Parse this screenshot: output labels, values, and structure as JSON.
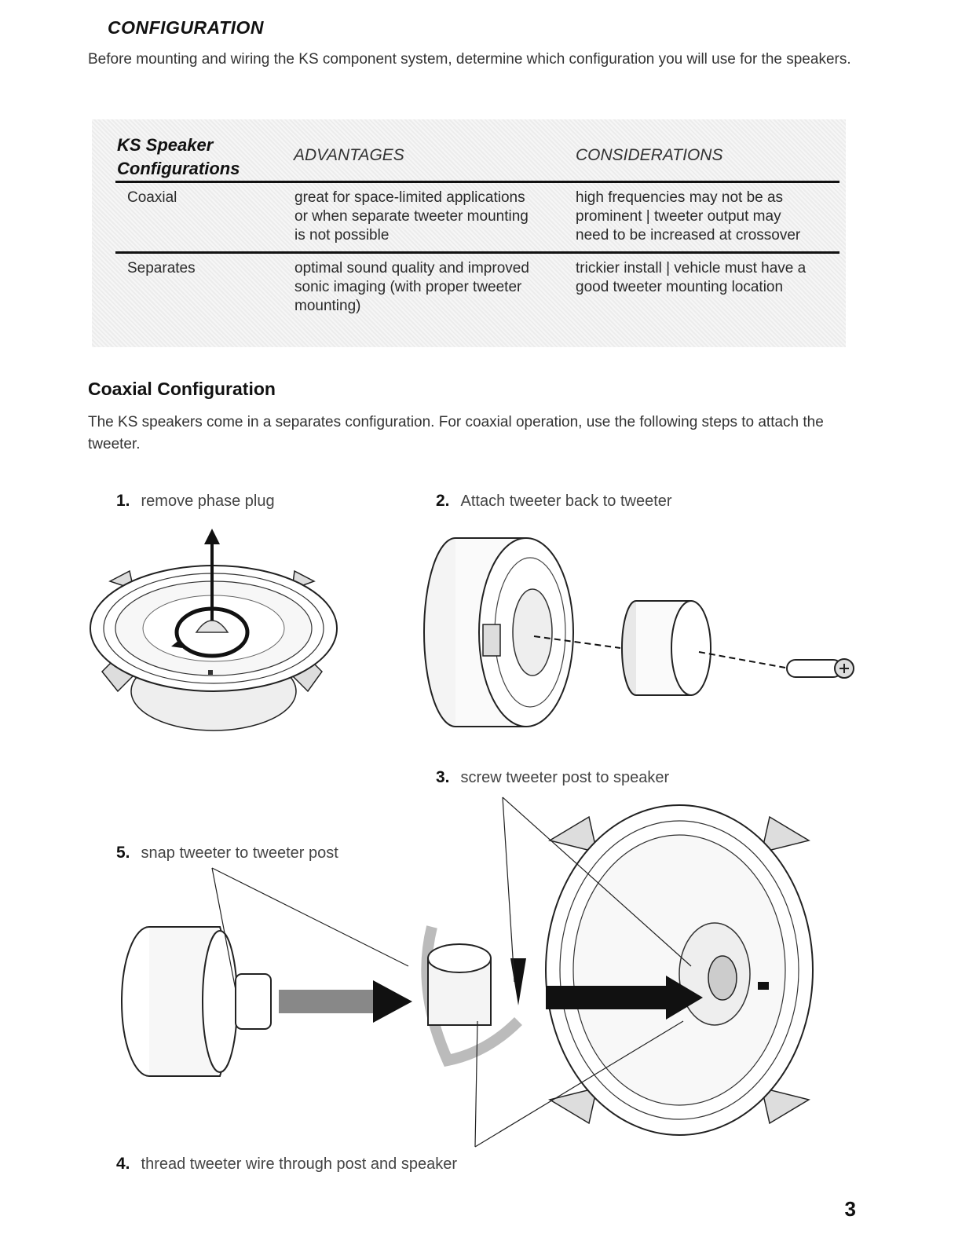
{
  "section": {
    "title": "CONFIGURATION",
    "intro": "Before mounting and wiring the KS component system, determine which configuration you will use for the speakers."
  },
  "table": {
    "header_main": "KS Speaker\nConfigurations",
    "header_advantages": "ADVANTAGES",
    "header_considerations": "CONSIDERATIONS",
    "rows": [
      {
        "name": "Coaxial",
        "advantages": "great for space-limited applications\nor when separate tweeter mounting\nis not possible",
        "considerations": "high frequencies may not be as\nprominent | tweeter output may\nneed to be increased at crossover"
      },
      {
        "name": "Separates",
        "advantages": "optimal sound quality and improved\nsonic imaging (with proper tweeter\nmounting)",
        "considerations": "trickier install | vehicle must have a\ngood tweeter mounting location"
      }
    ]
  },
  "coaxial": {
    "title": "Coaxial Configuration",
    "body": "The KS speakers come in a separates configuration. For coaxial operation, use the following steps to attach the tweeter."
  },
  "steps": [
    {
      "num": "1.",
      "text": "remove phase plug"
    },
    {
      "num": "2.",
      "text": "Attach tweeter back to tweeter"
    },
    {
      "num": "3.",
      "text": "screw tweeter post to speaker"
    },
    {
      "num": "4.",
      "text": "thread tweeter wire through post and speaker"
    },
    {
      "num": "5.",
      "text": "snap tweeter to tweeter post"
    }
  ],
  "page_number": "3"
}
